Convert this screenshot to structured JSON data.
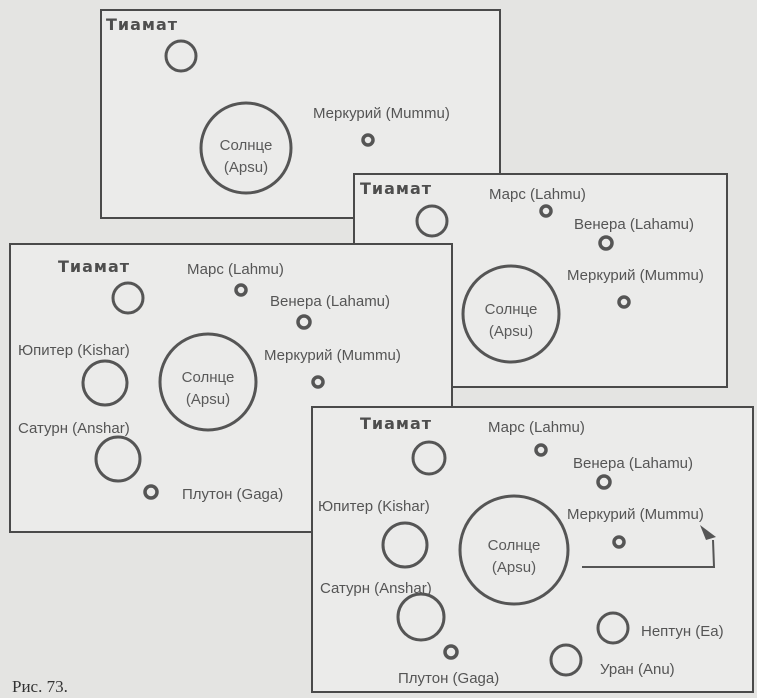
{
  "caption": "Рис. 73.",
  "labels": {
    "tiamat": "Тиамат",
    "sun_line1": "Солнце",
    "sun_line2": "(Apsu)",
    "mercury": "Меркурий (Mummu)",
    "mars": "Марс (Lahmu)",
    "venus": "Венера (Lahamu)",
    "jupiter": "Юпитер (Kishar)",
    "saturn": "Сатурн (Anshar)",
    "pluto": "Плутон (Gaga)",
    "neptune": "Нептун (Ea)",
    "uranus": "Уран (Anu)"
  },
  "colors": {
    "ink": "#555555",
    "paper": "#e4e4e2"
  }
}
